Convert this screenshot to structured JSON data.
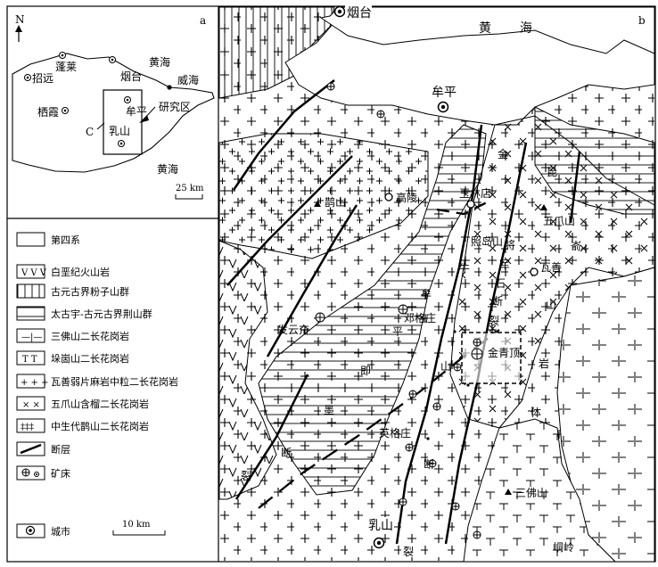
{
  "panel_a": {
    "letter": "a",
    "north": "N",
    "cities": [
      "招远",
      "蓬莱",
      "烟台",
      "栖霞",
      "牟平",
      "威海",
      "乳山"
    ],
    "sea_north": "黄海",
    "sea_south": "黄海",
    "study_area": "研究区",
    "corner_letter": "C",
    "scale": "25 km"
  },
  "legend": [
    "第四系",
    "白垩纪火山岩",
    "古元古界粉子山群",
    "太古宇-古元古界荆山群",
    "三佛山二长花岗岩",
    "垛崮山二长花岗岩",
    "瓦善弱片麻岩中粒二长花岗岩",
    "五爪山含榴二长花岗岩",
    "中生代鹊山二长花岗岩",
    "断层",
    "矿床",
    "城市"
  ],
  "legend_symbols": {
    "volcanic": "V V V",
    "sanfo": "—|—",
    "duogu": "T T",
    "washan": "+ + +",
    "wuzhua": "× ×",
    "queshan": "‡‡‡"
  },
  "panel_b": {
    "letter": "b",
    "scale": "10 km",
    "cities": [
      "烟台",
      "牟平",
      "乳山"
    ],
    "sea": [
      "黄",
      "海"
    ],
    "places": [
      "鹊山",
      "高陵",
      "玉林店",
      "五爪山",
      "瓦善",
      "发云夼",
      "邓格庄",
      "金青顶",
      "英格庄",
      "三佛山",
      "峒岭",
      "照岛山"
    ],
    "fault_west": [
      "牟",
      "平",
      "即",
      "墨",
      "断",
      "裂"
    ],
    "fault_mid": [
      "牛",
      "山",
      "断",
      "裂"
    ],
    "fault_east": [
      "将",
      "军",
      "石",
      "断",
      "裂"
    ],
    "kunyu": [
      "金",
      "昆",
      "嵛",
      "山",
      "岩",
      "体"
    ]
  }
}
